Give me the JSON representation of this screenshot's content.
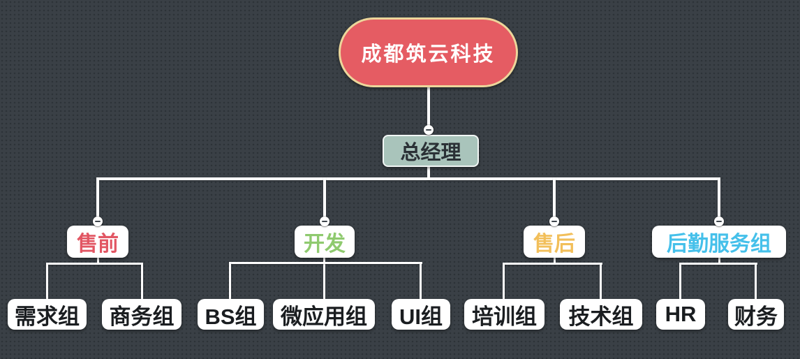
{
  "diagram": {
    "type": "org-chart-mindmap",
    "background_color": "#3a4046",
    "line_color": "#ffffff",
    "collapse_icon": "minus-icon",
    "root": {
      "label": "成都筑云科技",
      "fill": "#e55c63",
      "border_color": "#ecd69b",
      "text_color": "#ffffff"
    },
    "manager": {
      "label": "总经理",
      "fill": "#a9c4bb",
      "text_color": "#2b3136"
    },
    "branches": [
      {
        "label": "售前",
        "fill": "#ffffff",
        "text_color": "#e25663",
        "children": [
          {
            "label": "需求组"
          },
          {
            "label": "商务组"
          }
        ]
      },
      {
        "label": "开发",
        "fill": "#ffffff",
        "text_color": "#8fca6f",
        "children": [
          {
            "label": "BS组"
          },
          {
            "label": "微应用组"
          },
          {
            "label": "UI组"
          }
        ]
      },
      {
        "label": "售后",
        "fill": "#ffffff",
        "text_color": "#f2bf5a",
        "children": [
          {
            "label": "培训组"
          },
          {
            "label": "技术组"
          }
        ]
      },
      {
        "label": "后勤服务组",
        "fill": "#ffffff",
        "text_color": "#45c0ea",
        "children": [
          {
            "label": "HR"
          },
          {
            "label": "财务"
          }
        ]
      }
    ],
    "leaf_text_color": "#1a1d20"
  }
}
